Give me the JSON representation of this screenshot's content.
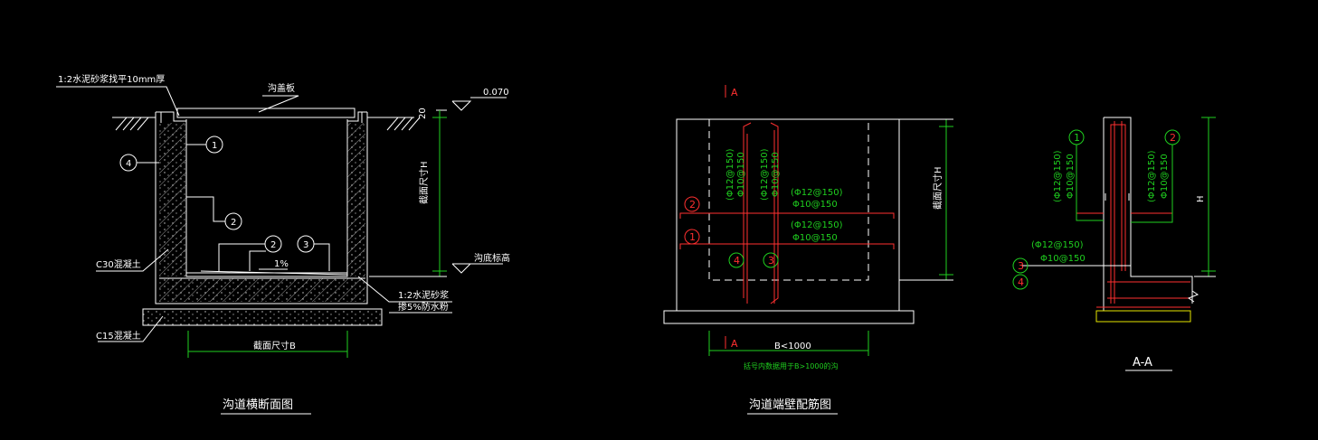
{
  "left": {
    "note_top": "1:2水泥砂浆找平10mm厚",
    "cover": "沟盖板",
    "elev": "0.070",
    "dim20": "20",
    "height": "截面尺寸H",
    "bottom_ref": "沟底标高",
    "c30": "C30混凝土",
    "c15": "C15混凝土",
    "mortar1": "1:2水泥砂浆",
    "mortar2": "掺5%防水粉",
    "slope": "1%",
    "width": "截面尺寸B",
    "title": "沟道横断面图",
    "b1": "1",
    "b2": "2",
    "b2b": "2",
    "b3": "3",
    "b4": "4"
  },
  "middle": {
    "sec_a": "A",
    "sec_a2": "A",
    "v1a": "(Φ12@150)",
    "v1b": "Φ10@150",
    "v2a": "(Φ12@150)",
    "v2b": "Φ10@150",
    "h1a": "(Φ12@150)",
    "h1b": "Φ10@150",
    "h2a": "(Φ12@150)",
    "h2b": "Φ10@150",
    "height": "截面尺寸H",
    "width": "B<1000",
    "note": "括号内数据用于B>1000的沟",
    "title": "沟道端壁配筋图",
    "n1": "1",
    "n2": "2",
    "n3": "3",
    "n4": "4"
  },
  "right": {
    "l1a": "(Φ12@150)",
    "l1b": "Φ10@150",
    "l2a": "(Φ12@150)",
    "l2b": "Φ10@150",
    "l3a": "(Φ12@150)",
    "l3b": "Φ10@150",
    "h": "H",
    "title": "A-A",
    "n1": "1",
    "n2": "2",
    "n3": "3",
    "n4": "4"
  },
  "colors": {
    "line": "#ffffff",
    "green": "#1fd01f",
    "red": "#ff3030",
    "yellow": "#e6e600"
  }
}
